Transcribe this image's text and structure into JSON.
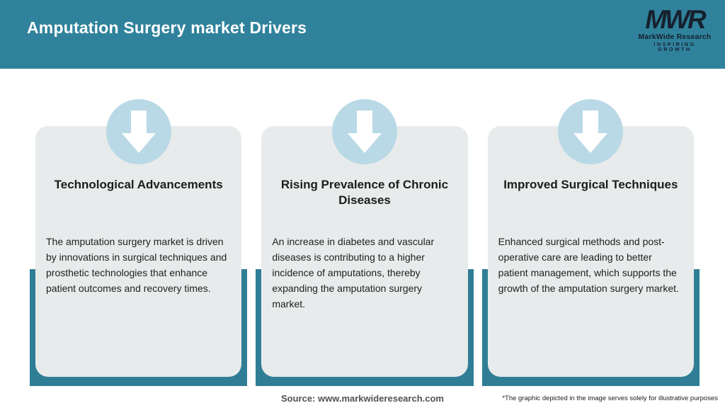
{
  "header": {
    "title": "Amputation Surgery market Drivers",
    "logo": {
      "acronym": "MWR",
      "name": "MarkWide Research",
      "tagline": "INSPIRING GROWTH"
    }
  },
  "cards": [
    {
      "title": "Technological Advancements",
      "body": "The amputation surgery market is driven by innovations in surgical techniques and prosthetic technologies that enhance patient outcomes and recovery times."
    },
    {
      "title": "Rising Prevalence of Chronic Diseases",
      "body": "An increase in diabetes and vascular diseases is contributing to a higher incidence of amputations, thereby expanding the amputation surgery market."
    },
    {
      "title": "Improved Surgical Techniques",
      "body": "Enhanced surgical methods and post-operative care are leading to better patient management, which supports the growth of the amputation surgery market."
    }
  ],
  "footer": {
    "source": "Source: www.markwideresearch.com",
    "disclaimer": "*The graphic depicted in the image serves solely for illustrative purposes"
  },
  "colors": {
    "header_teal": "#30829c",
    "shadow_teal": "#2f7e96",
    "card_gray": "#e8ebeb",
    "circle_blue": "#b9d9e6",
    "arrow_white": "#ffffff",
    "logo_navy": "#16202e"
  }
}
